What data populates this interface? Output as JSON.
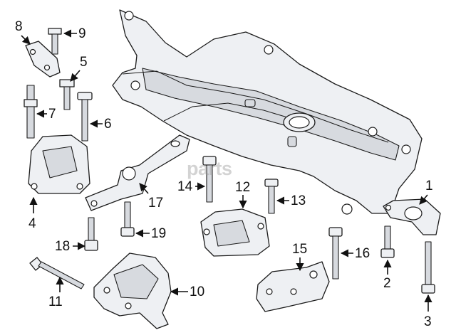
{
  "watermark": "parts",
  "callouts": {
    "c1": "1",
    "c2": "2",
    "c3": "3",
    "c4": "4",
    "c5": "5",
    "c6": "6",
    "c7": "7",
    "c8": "8",
    "c9": "9",
    "c10": "10",
    "c11": "11",
    "c12": "12",
    "c13": "13",
    "c14": "14",
    "c15": "15",
    "c16": "16",
    "c17": "17",
    "c18": "18",
    "c19": "19"
  }
}
